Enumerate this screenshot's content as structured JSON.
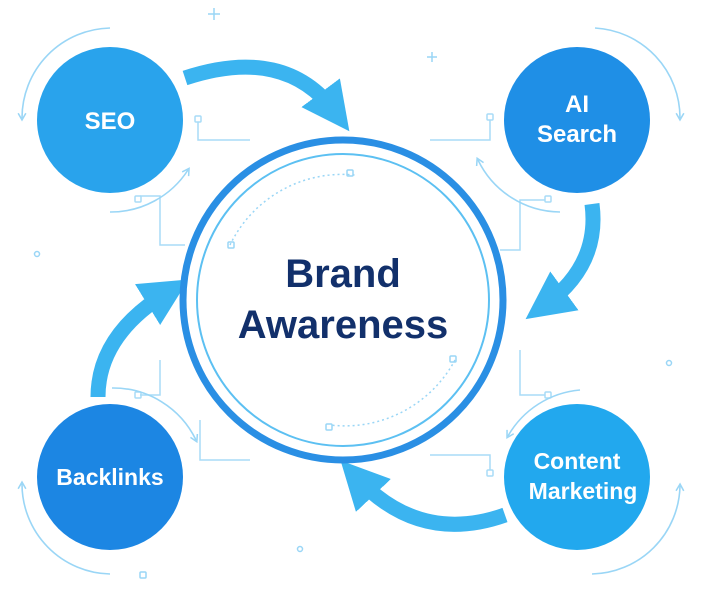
{
  "center": {
    "line1": "Brand",
    "line2": "Awareness",
    "text_color": "#12306b"
  },
  "nodes": [
    {
      "id": "seo",
      "lines": [
        "SEO"
      ],
      "color": "#29a3ec"
    },
    {
      "id": "ai-search",
      "lines": [
        "AI",
        "Search"
      ],
      "color": "#1f8fe6"
    },
    {
      "id": "content-marketing",
      "lines": [
        "Content",
        "Marketing"
      ],
      "color": "#22a8ee"
    },
    {
      "id": "backlinks",
      "lines": [
        "Backlinks"
      ],
      "color": "#1c86e3"
    }
  ],
  "colors": {
    "arrow": "#3bb4f0",
    "ring": "#2a8fe4",
    "ring_inner": "#5cc0f2",
    "orbit": "#9ad6f6",
    "connector": "#a8dcf7",
    "label_text": "#ffffff"
  }
}
